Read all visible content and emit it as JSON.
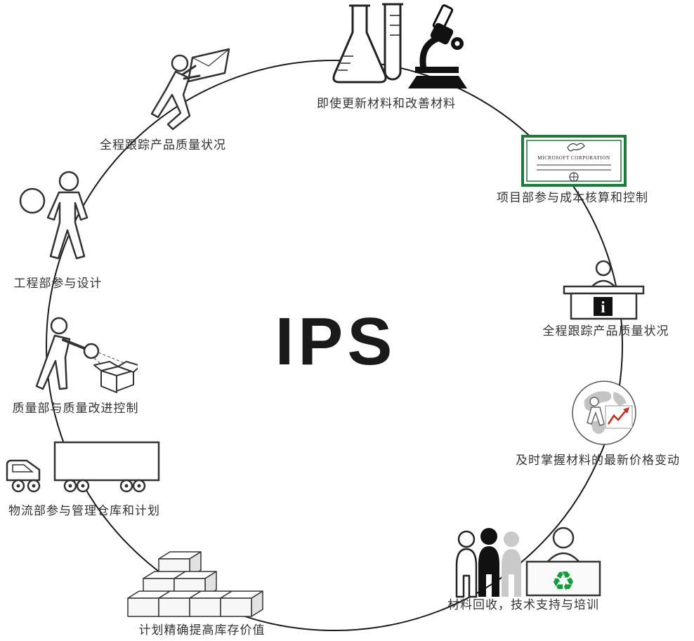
{
  "center": {
    "title": "IPS"
  },
  "nodes": [
    {
      "label": "即使更新材料和改善材料",
      "icon": "flask-and-microscope-icon"
    },
    {
      "label": "项目部参与成本核算和控制",
      "icon": "certificate-icon"
    },
    {
      "label": "全程跟踪产品质量状况",
      "icon": "info-desk-icon"
    },
    {
      "label": "及时掌握材料的最新价格变动",
      "icon": "globe-price-chart-icon"
    },
    {
      "label": "材料回收，技术支持与培训",
      "icon": "people-recycle-counter-icon"
    },
    {
      "label": "计划精确提高库存价值",
      "icon": "inventory-boxes-icon"
    },
    {
      "label": "物流部参与管理仓库和计划",
      "icon": "truck-icon"
    },
    {
      "label": "质量部与质量改进控制",
      "icon": "inspector-magnifier-box-icon"
    },
    {
      "label": "工程部参与设计",
      "icon": "engineer-person-icon"
    },
    {
      "label": "全程跟踪产品质量状况",
      "icon": "worker-carrying-icon"
    }
  ],
  "certificate": {
    "text": "MICROSOFT CORPORATION"
  },
  "icons": {
    "info_glyph": "i",
    "recycle_glyph": "♻"
  },
  "colors": {
    "cert_green": "#1e7a3c",
    "recycle_green": "#169b3a",
    "chart_red": "#c92a1e",
    "line_black": "#1a1a1a"
  }
}
